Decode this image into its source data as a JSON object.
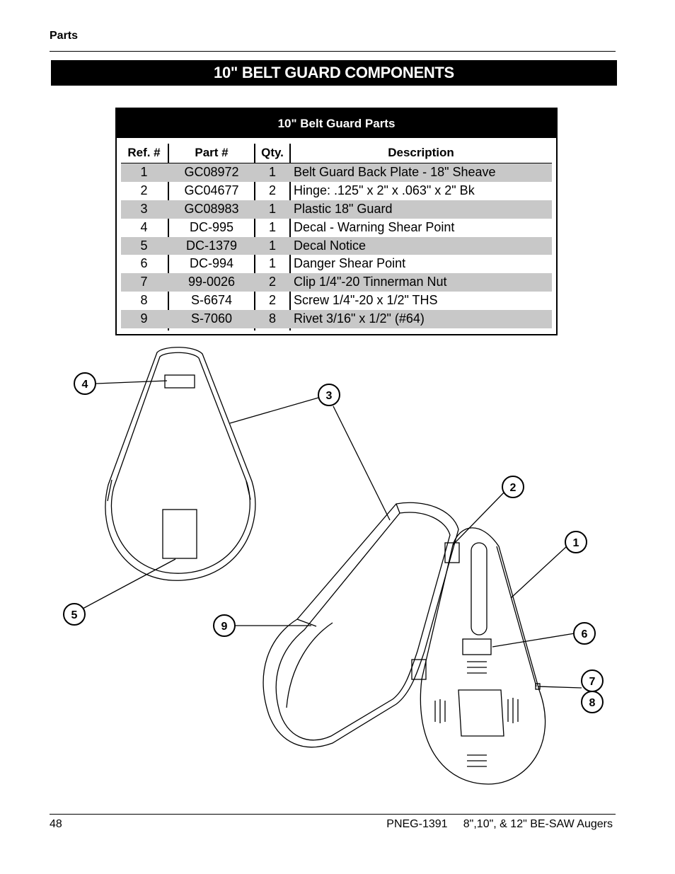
{
  "header": {
    "section": "Parts",
    "title": "10\" BELT GUARD COMPONENTS"
  },
  "parts_table": {
    "title": "10\" Belt Guard Parts",
    "columns": [
      "Ref. #",
      "Part #",
      "Qty.",
      "Description"
    ],
    "rows": [
      {
        "ref": "1",
        "part": "GC08972",
        "qty": "1",
        "desc": "Belt Guard Back Plate - 18\" Sheave"
      },
      {
        "ref": "2",
        "part": "GC04677",
        "qty": "2",
        "desc": "Hinge: .125\" x 2\" x .063\" x 2\" Bk"
      },
      {
        "ref": "3",
        "part": "GC08983",
        "qty": "1",
        "desc": "Plastic 18\" Guard"
      },
      {
        "ref": "4",
        "part": "DC-995",
        "qty": "1",
        "desc": "Decal - Warning Shear Point"
      },
      {
        "ref": "5",
        "part": "DC-1379",
        "qty": "1",
        "desc": "Decal Notice"
      },
      {
        "ref": "6",
        "part": "DC-994",
        "qty": "1",
        "desc": "Danger Shear Point"
      },
      {
        "ref": "7",
        "part": "99-0026",
        "qty": "2",
        "desc": "Clip 1/4\"-20 Tinnerman Nut"
      },
      {
        "ref": "8",
        "part": "S-6674",
        "qty": "2",
        "desc": "Screw 1/4\"-20 x 1/2\" THS"
      },
      {
        "ref": "9",
        "part": "S-7060",
        "qty": "8",
        "desc": "Rivet 3/16\" x 1/2\" (#64)"
      }
    ]
  },
  "callouts": [
    "4",
    "3",
    "2",
    "1",
    "5",
    "9",
    "6",
    "7",
    "8"
  ],
  "footer": {
    "page": "48",
    "doc": "PNEG-1391",
    "product": "8\",10\", & 12\" BE-SAW Augers"
  }
}
